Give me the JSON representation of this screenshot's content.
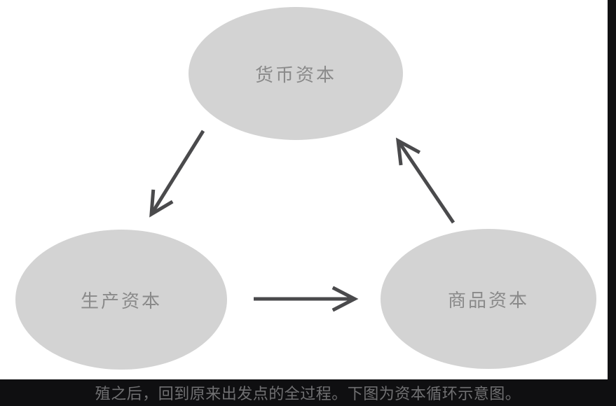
{
  "diagram": {
    "title": "capital-circulation-cycle",
    "nodes": [
      {
        "id": "money-capital",
        "label": "货币资本"
      },
      {
        "id": "production-capital",
        "label": "生产资本"
      },
      {
        "id": "commodity-capital",
        "label": "商品资本"
      }
    ],
    "arrows": [
      {
        "from": "money-capital",
        "to": "production-capital"
      },
      {
        "from": "production-capital",
        "to": "commodity-capital"
      },
      {
        "from": "commodity-capital",
        "to": "money-capital"
      }
    ]
  },
  "caption": {
    "text": "殖之后，回到原来出发点的全过程。下图为资本循环示意图。"
  },
  "colors": {
    "background": "#ffffff",
    "node_fill": "#d3d3d3",
    "node_text": "#8a8a8a",
    "arrow": "#4a4a4c",
    "caption_bg": "#0f0f11",
    "caption_text": "#707072",
    "edge_strip": "#111113"
  }
}
